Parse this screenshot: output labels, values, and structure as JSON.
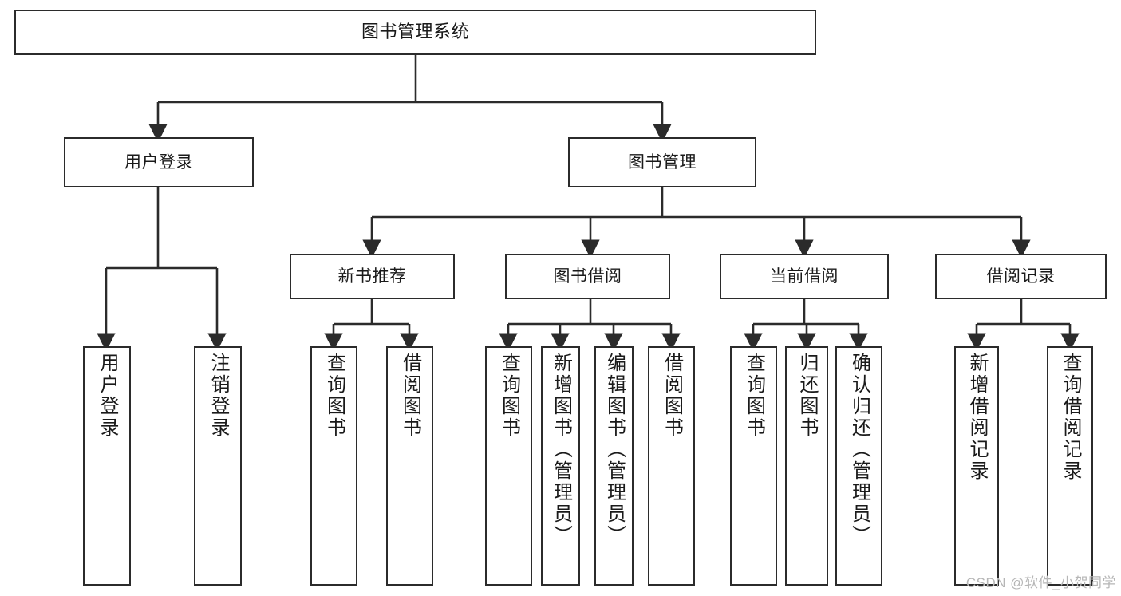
{
  "diagram": {
    "title": "图书管理系统",
    "type": "tree-hierarchy-diagram",
    "watermark": "CSDN @软件_小贺同学",
    "colors": {
      "stroke": "#2b2b2b",
      "fill": "#ffffff",
      "text": "#1a1a1a",
      "watermark": "#b6b6b6"
    },
    "nodes": {
      "root": {
        "label": "图书管理系统"
      },
      "level2": [
        {
          "id": "user-login",
          "label": "用户登录"
        },
        {
          "id": "book-manage",
          "label": "图书管理"
        }
      ],
      "level3": [
        {
          "id": "new-book-recommend",
          "label": "新书推荐"
        },
        {
          "id": "book-borrow",
          "label": "图书借阅"
        },
        {
          "id": "current-borrow",
          "label": "当前借阅"
        },
        {
          "id": "borrow-record",
          "label": "借阅记录"
        }
      ],
      "leaves": [
        {
          "id": "leaf-user-login",
          "label": "用户登录",
          "parent": "user-login"
        },
        {
          "id": "leaf-logout-login",
          "label": "注销登录",
          "parent": "user-login"
        },
        {
          "id": "leaf-query-book-1",
          "label": "查询图书",
          "parent": "new-book-recommend"
        },
        {
          "id": "leaf-borrow-book-1",
          "label": "借阅图书",
          "parent": "new-book-recommend"
        },
        {
          "id": "leaf-query-book-2",
          "label": "查询图书",
          "parent": "book-borrow"
        },
        {
          "id": "leaf-add-book",
          "label": "新增图书（管理员）",
          "parent": "book-borrow"
        },
        {
          "id": "leaf-edit-book",
          "label": "编辑图书（管理员）",
          "parent": "book-borrow"
        },
        {
          "id": "leaf-borrow-book-2",
          "label": "借阅图书",
          "parent": "book-borrow"
        },
        {
          "id": "leaf-query-book-3",
          "label": "查询图书",
          "parent": "current-borrow"
        },
        {
          "id": "leaf-return-book",
          "label": "归还图书",
          "parent": "current-borrow"
        },
        {
          "id": "leaf-confirm-return",
          "label": "确认归还（管理员）",
          "parent": "current-borrow"
        },
        {
          "id": "leaf-add-record",
          "label": "新增借阅记录",
          "parent": "borrow-record"
        },
        {
          "id": "leaf-query-record",
          "label": "查询借阅记录",
          "parent": "borrow-record"
        }
      ]
    }
  }
}
